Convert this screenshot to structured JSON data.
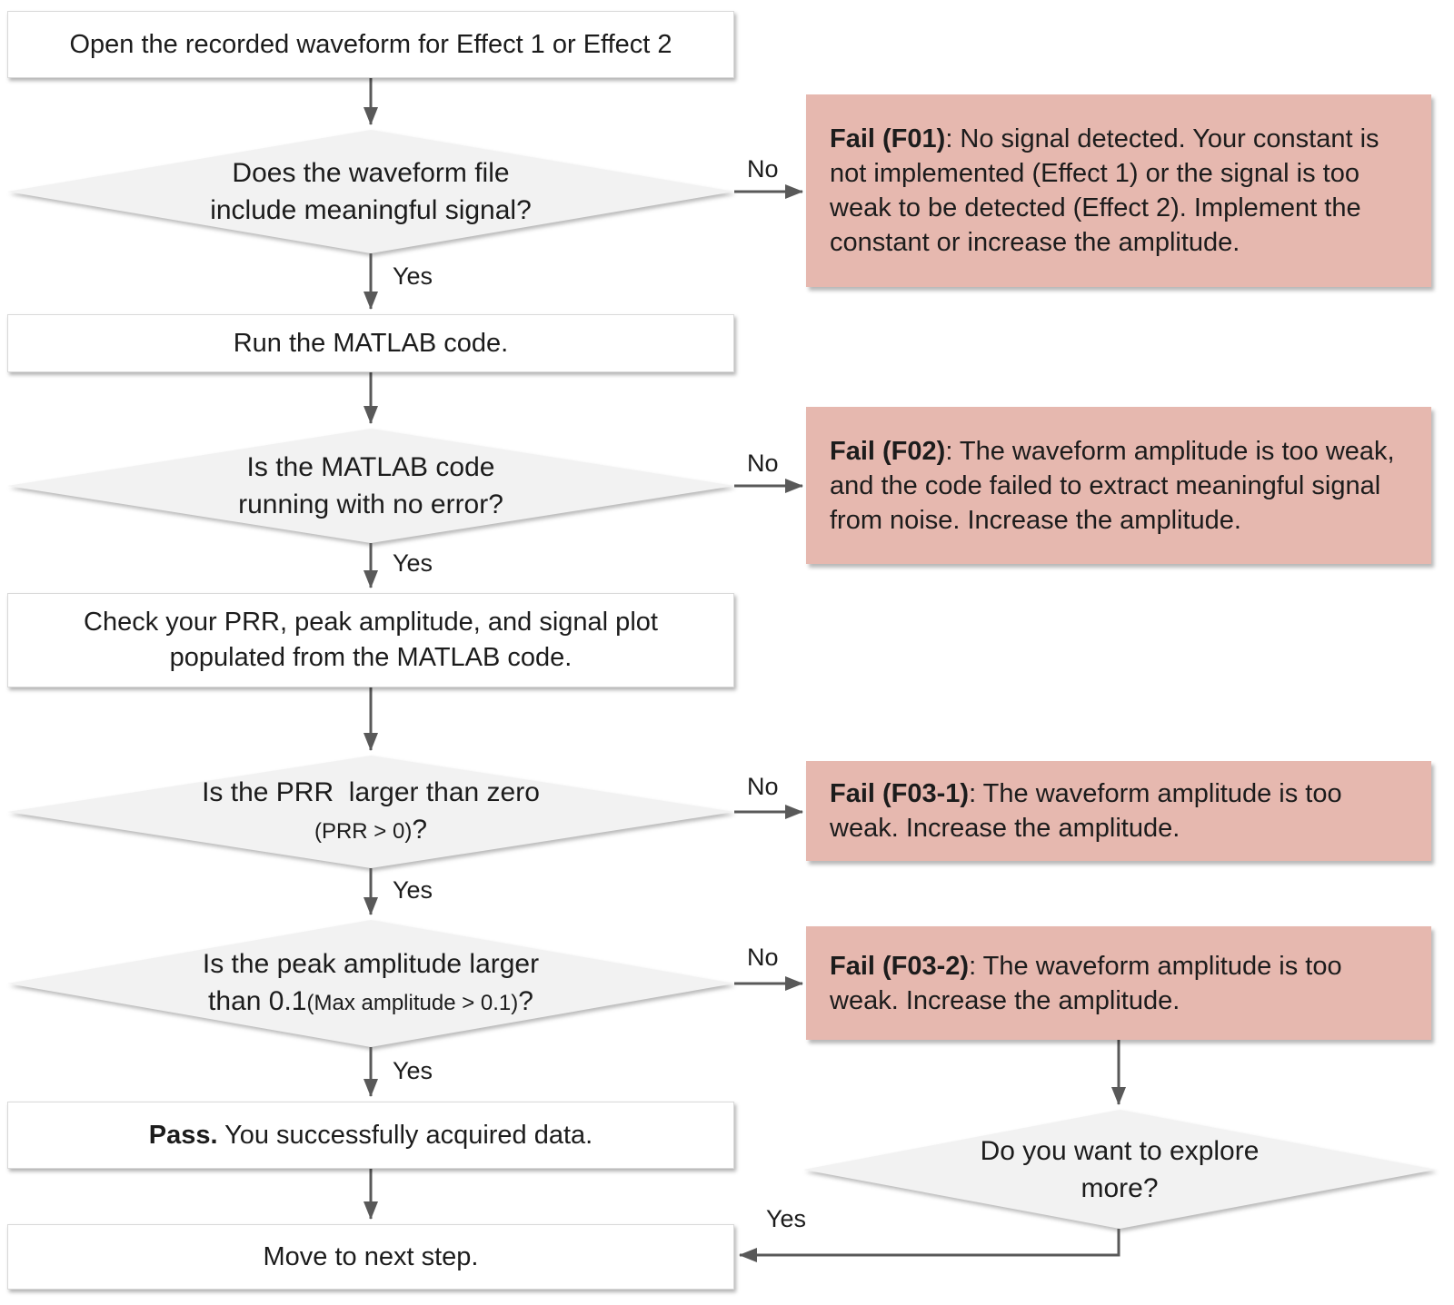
{
  "colors": {
    "fail_box": "#e6b8af",
    "diamond_fill": "#f2f2f2",
    "arrow": "#595959",
    "text": "#1c1c1c",
    "box_border": "#d9d9d9",
    "box_bg": "#ffffff"
  },
  "nodes": {
    "start": {
      "label": "Open the recorded waveform for Effect 1 or Effect 2"
    },
    "decision_signal": {
      "line1": "Does the waveform file",
      "line2": "include meaningful signal?"
    },
    "fail_f01": {
      "bold": "Fail (F01)",
      "rest": ": No signal detected. Your constant is not implemented (Effect 1) or the signal is too weak to be detected (Effect 2). Implement the constant or increase the amplitude."
    },
    "run": {
      "label": "Run the MATLAB code."
    },
    "decision_error": {
      "line1": "Is the MATLAB code",
      "line2": "running with no error?"
    },
    "fail_f02": {
      "bold": "Fail (F02)",
      "rest": ": The waveform amplitude is too weak, and the code failed to extract meaningful signal from noise. Increase the amplitude."
    },
    "check": {
      "line1": "Check your PRR, peak amplitude, and signal plot",
      "line2": "populated from the MATLAB code."
    },
    "decision_prr": {
      "line1": "Is the PRR  larger than zero",
      "line2_small": "(PRR > 0)",
      "line2_suffix": "?"
    },
    "fail_f03_1": {
      "bold": "Fail (F03-1)",
      "rest": ": The waveform amplitude is too weak. Increase the amplitude."
    },
    "decision_peak": {
      "line1": "Is the peak amplitude larger",
      "line2_prefix": "than 0.1",
      "line2_small": "(Max amplitude > 0.1)",
      "line2_suffix": "?"
    },
    "fail_f03_2": {
      "bold": "Fail (F03-2)",
      "rest": ": The waveform amplitude is too weak. Increase the amplitude."
    },
    "pass": {
      "bold": "Pass.",
      "rest": " You successfully acquired data."
    },
    "decision_explore": {
      "line1": "Do you want to explore",
      "line2": "more?"
    },
    "move": {
      "label": "Move to next step."
    }
  },
  "edge_labels": {
    "yes1": "Yes",
    "yes2": "Yes",
    "yes3": "Yes",
    "yes4": "Yes",
    "no1": "No",
    "no2": "No",
    "no3": "No",
    "no4": "No",
    "yes_explore": "Yes"
  }
}
